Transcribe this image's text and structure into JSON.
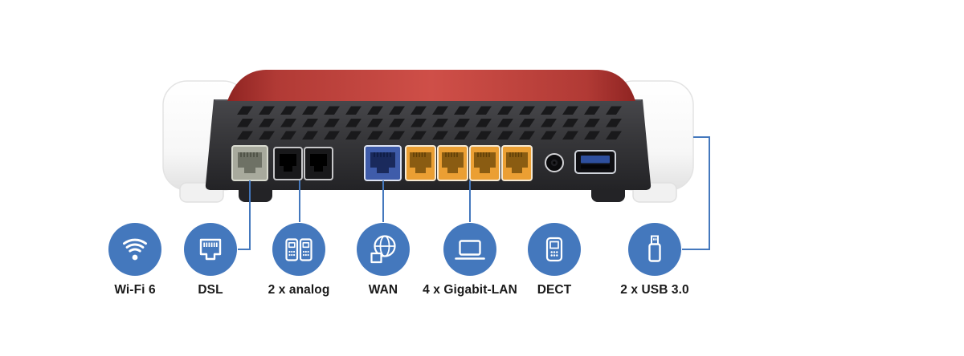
{
  "colors": {
    "background": "#ffffff",
    "icon_blue": "#4478bd",
    "connector_line_blue": "#4478bd",
    "router_red": "#cf4f48",
    "router_body_dark": "#353538",
    "dsl_port_gray": "#a8aa9d",
    "fon_port_black": "#19191b",
    "wan_port_blue": "#3f5caa",
    "lan_port_orange": "#eb9f33",
    "usb_port_blue": "#2e4f9e",
    "label_text": "#1a1a1a"
  },
  "features": [
    {
      "label": "Wi-Fi 6",
      "icon": "wifi-icon"
    },
    {
      "label": "DSL",
      "icon": "dsl-jack-icon"
    },
    {
      "label": "2 x analog",
      "icon": "analog-phones-icon"
    },
    {
      "label": "WAN",
      "icon": "globe-icon"
    },
    {
      "label": "4 x Gigabit-LAN",
      "icon": "laptop-icon"
    },
    {
      "label": "DECT",
      "icon": "cordless-phone-icon"
    },
    {
      "label": "2 x USB 3.0",
      "icon": "usb-stick-icon"
    }
  ],
  "router": {
    "view": "rear-panel",
    "ports": [
      {
        "name": "dsl-port",
        "color": "#a8aa9d"
      },
      {
        "name": "fon-port-1",
        "color": "#19191b"
      },
      {
        "name": "fon-port-2",
        "color": "#19191b"
      },
      {
        "name": "wan-port",
        "color": "#3f5caa"
      },
      {
        "name": "lan-port-1",
        "color": "#eb9f33"
      },
      {
        "name": "lan-port-2",
        "color": "#eb9f33"
      },
      {
        "name": "lan-port-3",
        "color": "#eb9f33"
      },
      {
        "name": "lan-port-4",
        "color": "#eb9f33"
      },
      {
        "name": "power-jack",
        "color": "#0b0b0d"
      },
      {
        "name": "usb-port",
        "color": "#2e4f9e"
      }
    ]
  }
}
